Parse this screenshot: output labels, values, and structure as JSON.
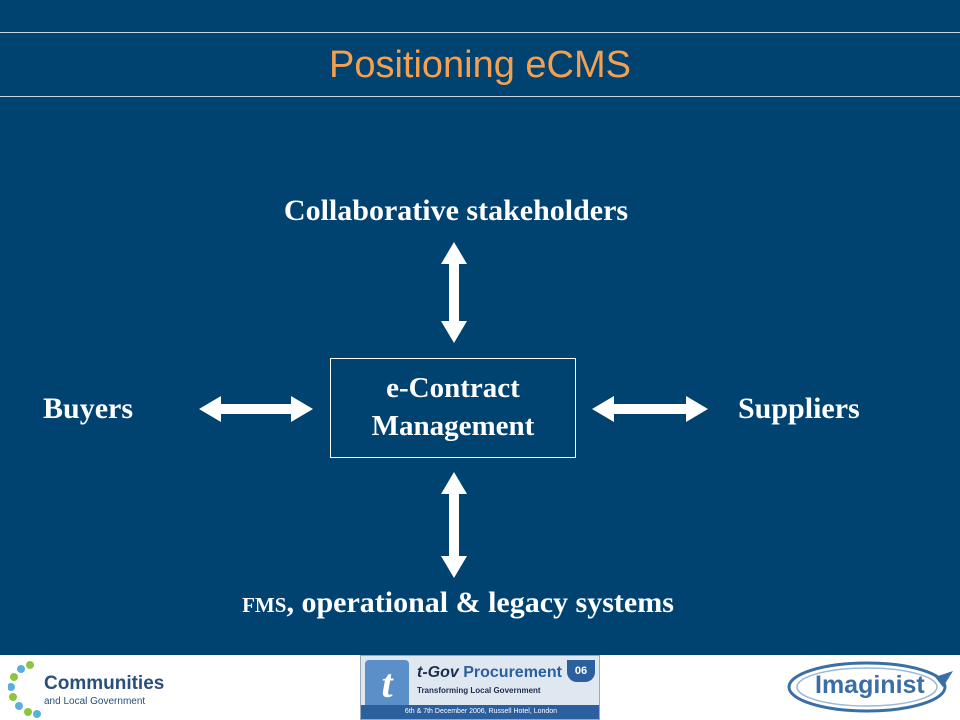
{
  "slide": {
    "title": "Positioning eCMS",
    "colors": {
      "background": "#004270",
      "title": "#f5a04f",
      "text": "#ffffff"
    },
    "nodes": {
      "top": "Collaborative stakeholders",
      "left": "Buyers",
      "right": "Suppliers",
      "bottom_prefix": "FMS",
      "bottom_rest": ", operational & legacy  systems",
      "center_line1": "e-Contract",
      "center_line2": "Management"
    }
  },
  "footer": {
    "left_logo": {
      "name": "Communities",
      "subtitle": "and Local Government"
    },
    "middle_logo": {
      "mark": "t",
      "title_t": "t-Gov",
      "title_rest": " Procurement",
      "subtitle": "Transforming Local Government",
      "badge": "06",
      "dates": "6th & 7th December 2006, Russell Hotel, London"
    },
    "right_logo": {
      "name": "Imaginist"
    }
  }
}
